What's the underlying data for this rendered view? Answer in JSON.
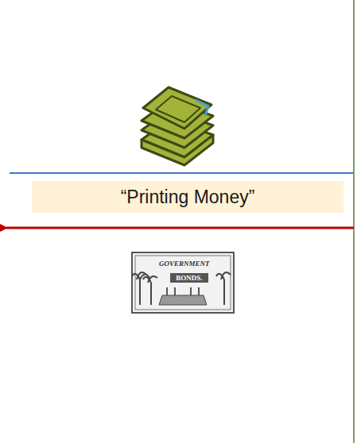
{
  "diagram": {
    "nodes": [
      {
        "text": [
          "“Printing Money”"
        ]
      }
    ],
    "labels": [
      "GOVERNMENT",
      "BONDS."
    ]
  }
}
